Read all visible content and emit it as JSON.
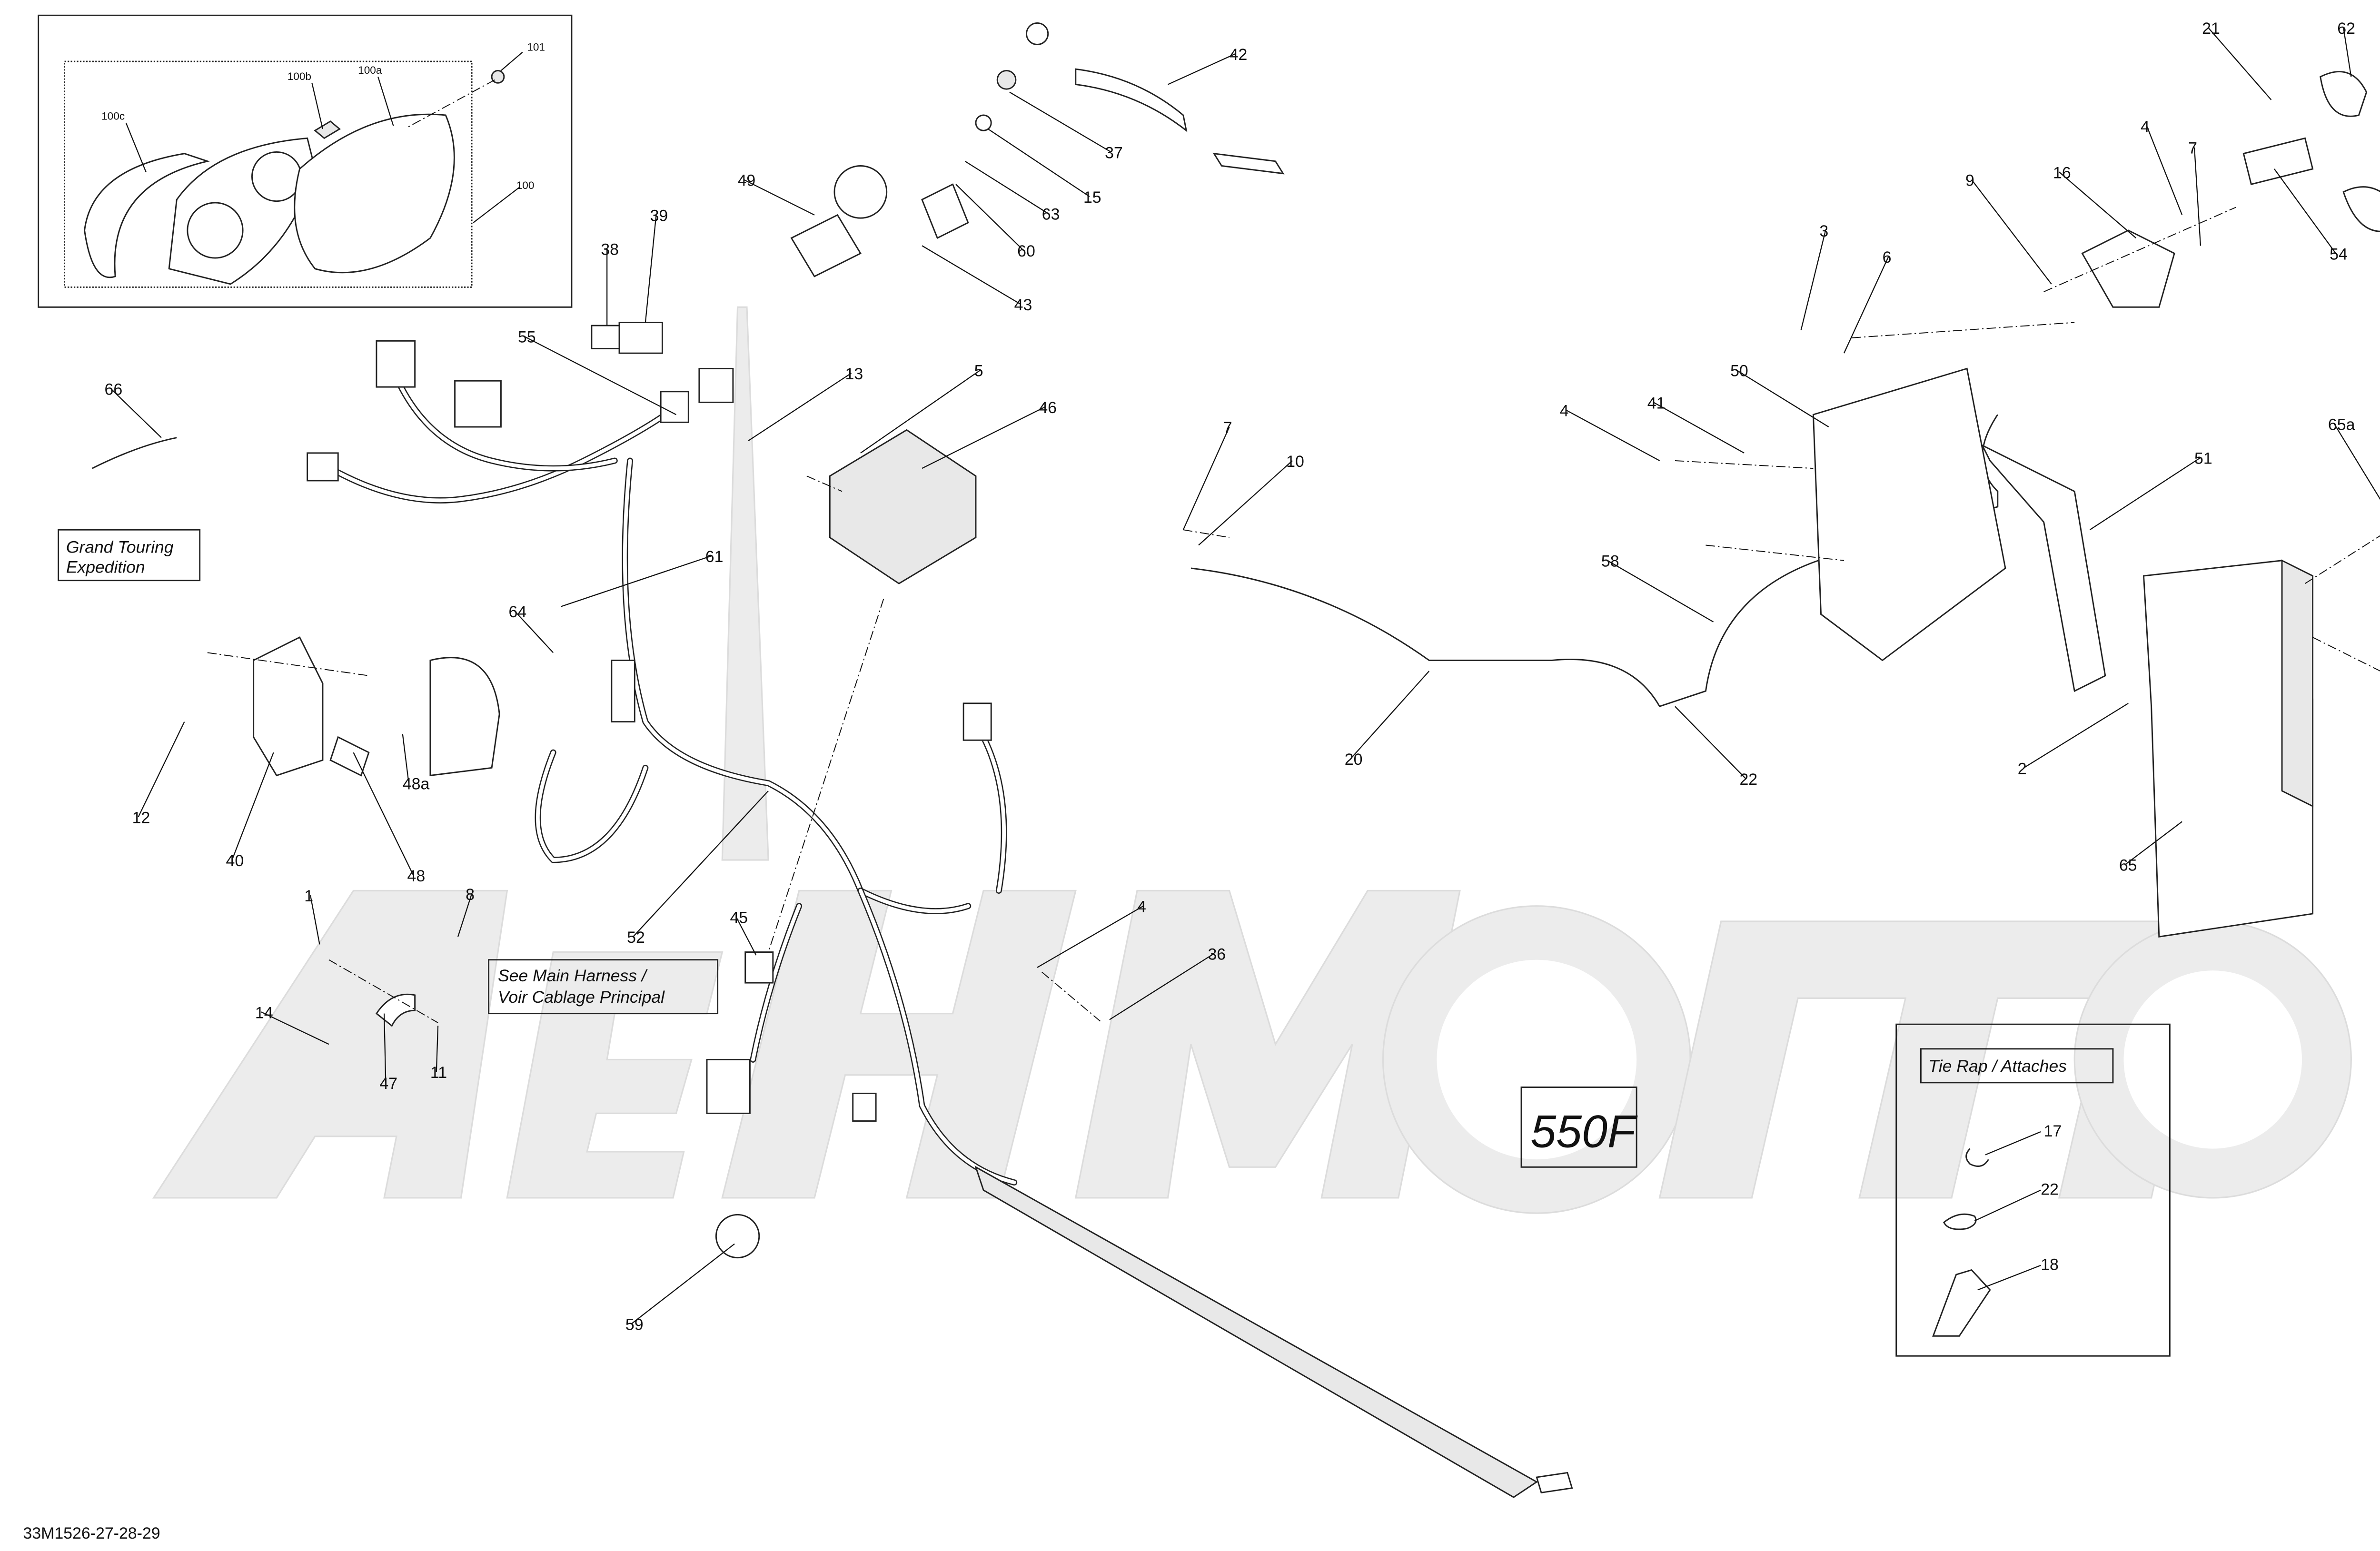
{
  "diagram": {
    "code": "33M1526-27-28-29",
    "model_badge": "550F",
    "notes": {
      "grand_touring_line1": "Grand Touring",
      "grand_touring_line2": "Expedition",
      "main_harness_line1": "See Main Harness /",
      "main_harness_line2": "Voir Cablage Principal",
      "tie_rap_title": "Tie Rap / Attaches"
    },
    "inset_callouts": [
      "101",
      "100b",
      "100a",
      "100c",
      "100"
    ],
    "callouts": [
      "42",
      "49",
      "37",
      "15",
      "63",
      "60",
      "43",
      "39",
      "38",
      "55",
      "13",
      "5",
      "46",
      "66",
      "61",
      "64",
      "12",
      "40",
      "48a",
      "48",
      "52",
      "1",
      "8",
      "14",
      "47",
      "11",
      "45",
      "4",
      "36",
      "59",
      "7",
      "10",
      "20",
      "22",
      "58",
      "4",
      "41",
      "50",
      "3",
      "6",
      "9",
      "16",
      "4",
      "7",
      "21",
      "62",
      "54",
      "51",
      "65a",
      "2",
      "65"
    ],
    "tie_rap_callouts": [
      "17",
      "22",
      "18"
    ]
  }
}
